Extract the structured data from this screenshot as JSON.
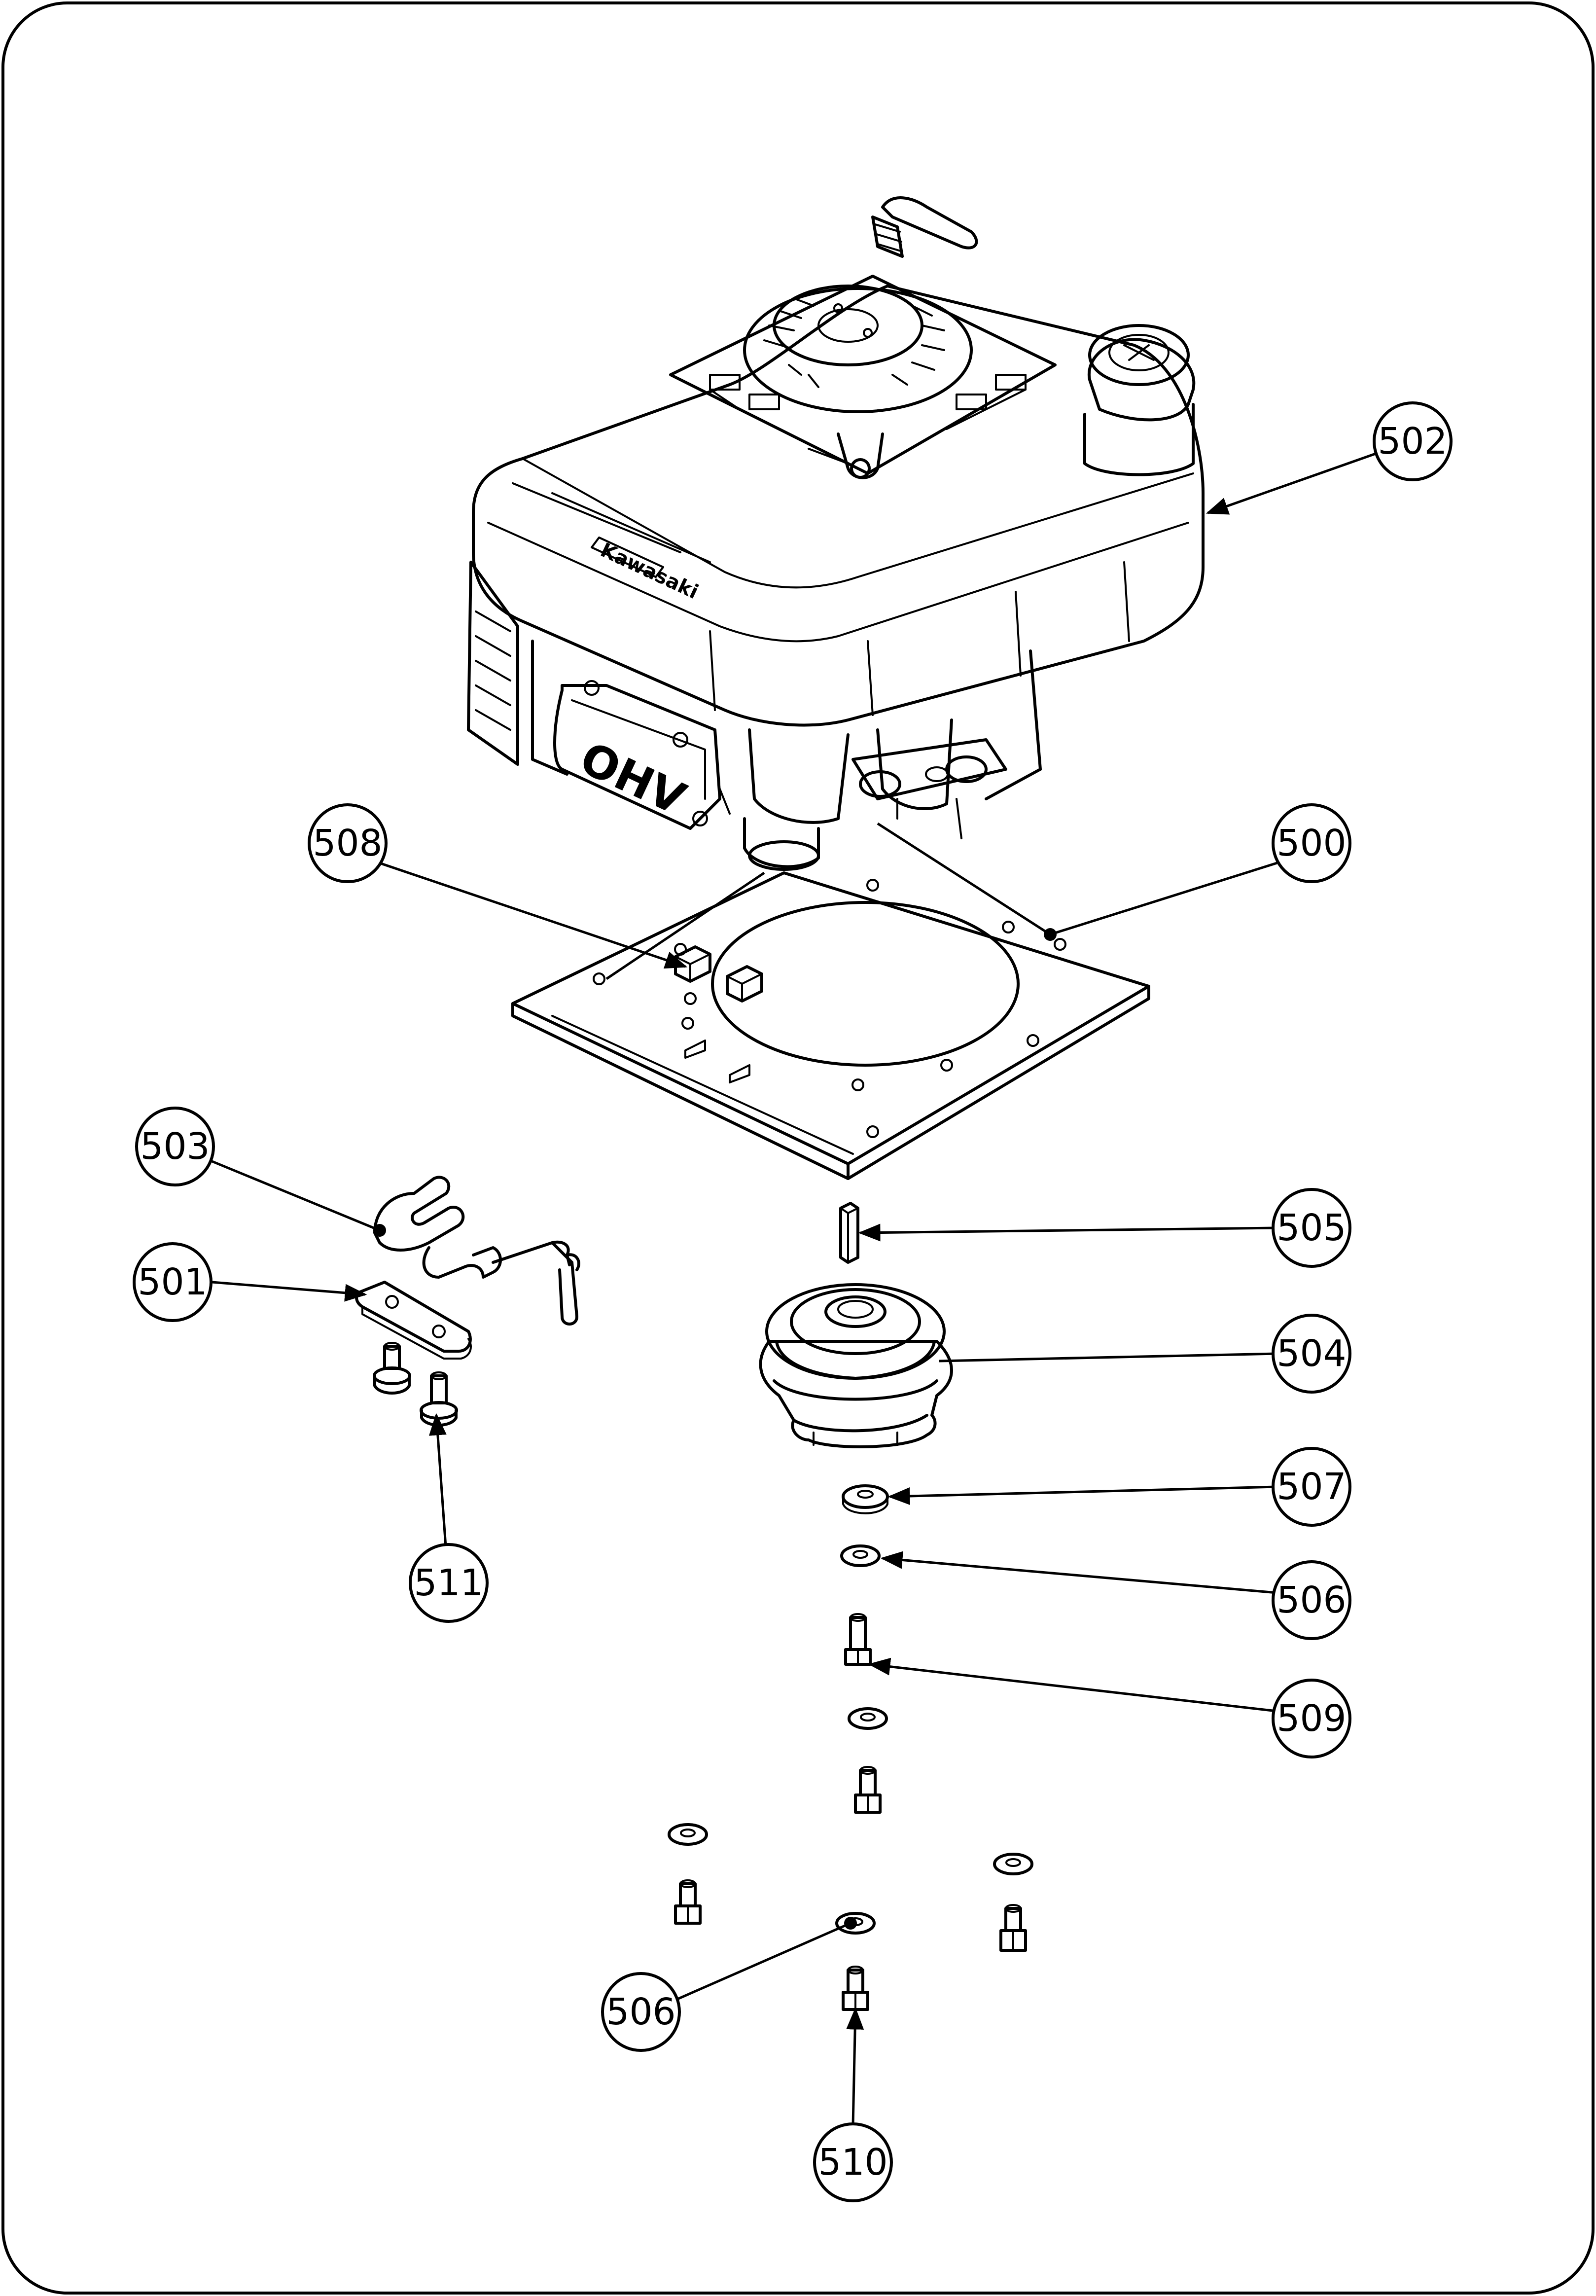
{
  "diagram": {
    "engine_marking": "OHV",
    "brand_marking": "Kawasaki",
    "callouts": [
      {
        "id": "c502",
        "label": "502"
      },
      {
        "id": "c508",
        "label": "508"
      },
      {
        "id": "c500",
        "label": "500"
      },
      {
        "id": "c503",
        "label": "503"
      },
      {
        "id": "c501",
        "label": "501"
      },
      {
        "id": "c505",
        "label": "505"
      },
      {
        "id": "c504",
        "label": "504"
      },
      {
        "id": "c511",
        "label": "511"
      },
      {
        "id": "c507",
        "label": "507"
      },
      {
        "id": "c506a",
        "label": "506"
      },
      {
        "id": "c509",
        "label": "509"
      },
      {
        "id": "c506b",
        "label": "506"
      },
      {
        "id": "c510",
        "label": "510"
      }
    ]
  }
}
